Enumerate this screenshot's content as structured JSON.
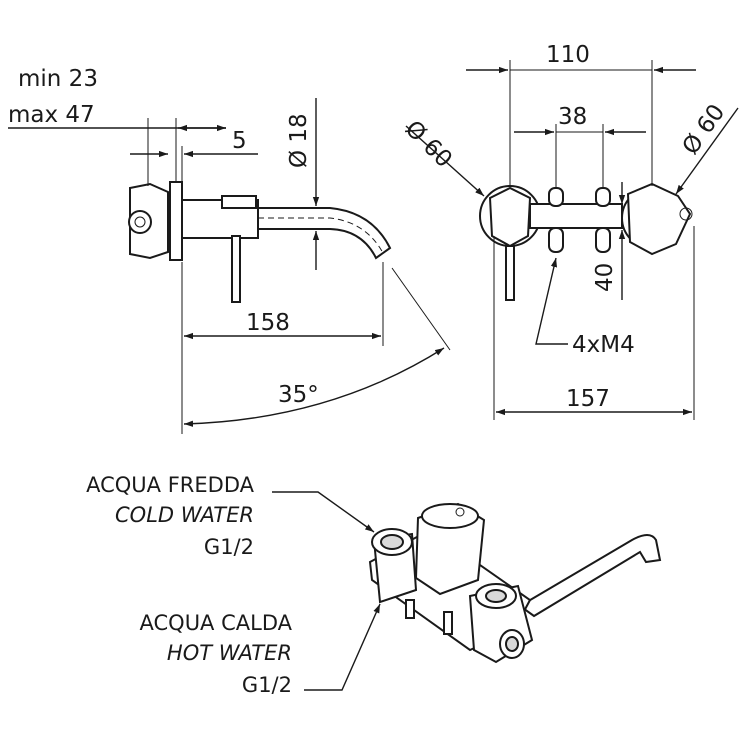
{
  "side_view": {
    "depth_min": "min 23",
    "depth_max": "max 47",
    "plate": "5",
    "spout_diameter": "Ø 18",
    "spout_length": "158",
    "angle": "35°"
  },
  "front_view": {
    "spacing": "110",
    "hole_spacing": "38",
    "rosette_left": "Ø 60",
    "rosette_right": "Ø 60",
    "height": "40",
    "screws": "4xM4",
    "width": "157"
  },
  "connections": {
    "cold_it": "ACQUA FREDDA",
    "cold_en": "COLD WATER",
    "cold_thread": "G1/2",
    "hot_it": "ACQUA CALDA",
    "hot_en": "HOT WATER",
    "hot_thread": "G1/2"
  }
}
